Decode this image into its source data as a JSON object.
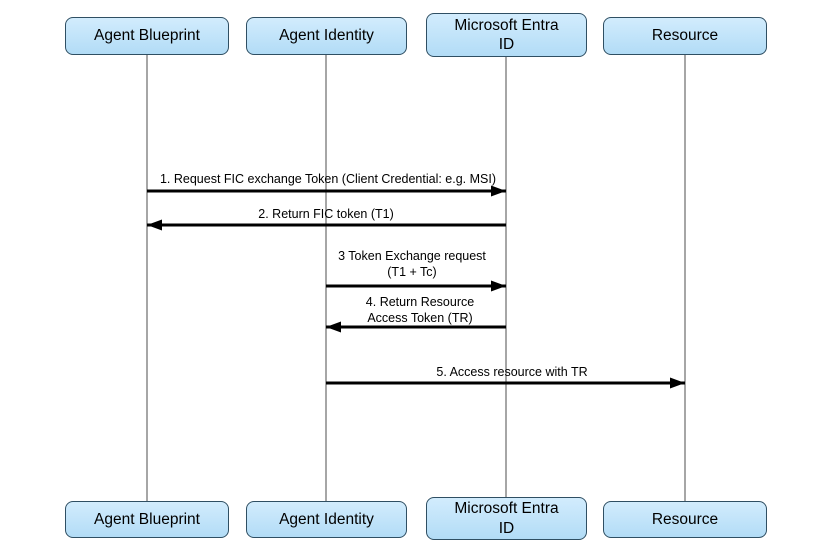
{
  "diagram": {
    "type": "sequence",
    "participants": [
      {
        "label": "Agent Blueprint"
      },
      {
        "label": "Agent Identity"
      },
      {
        "label": "Microsoft Entra\nID"
      },
      {
        "label": "Resource"
      }
    ],
    "messages": [
      {
        "label": "1. Request FIC exchange Token (Client Credential: e.g. MSI)",
        "from": "Agent Blueprint",
        "to": "Microsoft Entra ID",
        "direction": "right"
      },
      {
        "label": "2. Return FIC token (T1)",
        "from": "Microsoft Entra ID",
        "to": "Agent Blueprint",
        "direction": "left"
      },
      {
        "label": "3 Token Exchange request\n(T1 + Tc)",
        "from": "Agent Identity",
        "to": "Microsoft Entra ID",
        "direction": "right"
      },
      {
        "label": "4. Return Resource\nAccess Token (TR)",
        "from": "Microsoft Entra ID",
        "to": "Agent Identity",
        "direction": "left"
      },
      {
        "label": "5. Access resource with TR",
        "from": "Agent Identity",
        "to": "Resource",
        "direction": "right"
      }
    ],
    "colors": {
      "box_fill": "#bfe3f9",
      "box_border": "#2f4f63",
      "lifeline": "#4d4d4d",
      "arrow": "#000000",
      "text": "#000000",
      "background": "#ffffff"
    }
  }
}
